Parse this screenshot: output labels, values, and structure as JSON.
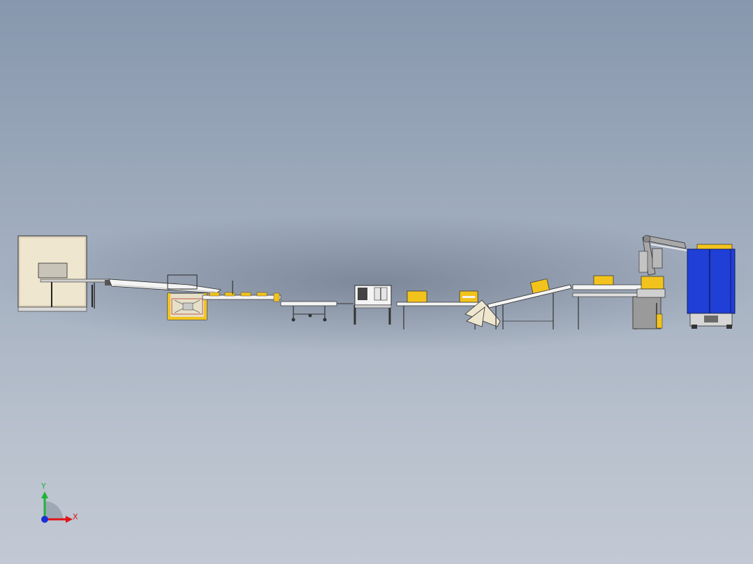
{
  "viewport": {
    "name": "cad-3d-viewport",
    "background_top": "#8797ad",
    "background_bottom": "#c2c9d4"
  },
  "colors": {
    "panel_beige": "#efe6cf",
    "panel_gray": "#c8c4b8",
    "frame_gray": "#7d7d7d",
    "conveyor_white": "#f4f4f4",
    "box_yellow": "#f2c31d",
    "palletizer_blue": "#1f3fd6",
    "robot_gray": "#a8a8a8",
    "outline": "#2b2b2b"
  },
  "triad": {
    "x_label": "X",
    "y_label": "Y",
    "x_color": "#e01414",
    "y_color": "#1fb33a",
    "z_color": "#1b2fd6"
  }
}
